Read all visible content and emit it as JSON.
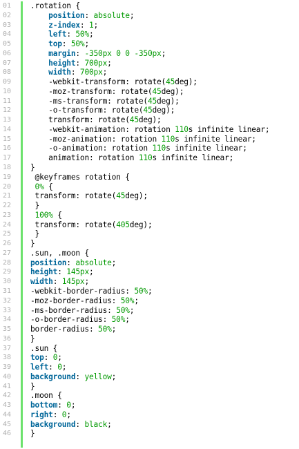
{
  "colors": {
    "gutter_bar": "#6ce26c",
    "line_number": "#afafaf",
    "keyword": "#006699",
    "value": "#009900",
    "plain": "#000000"
  },
  "lines": [
    {
      "n": "01",
      "indent": "",
      "segs": [
        {
          "t": ".rotation {",
          "c": "p"
        }
      ]
    },
    {
      "n": "02",
      "indent": "    ",
      "segs": [
        {
          "t": "position",
          "c": "k"
        },
        {
          "t": ": ",
          "c": "p"
        },
        {
          "t": "absolute",
          "c": "v"
        },
        {
          "t": ";",
          "c": "p"
        }
      ]
    },
    {
      "n": "03",
      "indent": "    ",
      "segs": [
        {
          "t": "z-index",
          "c": "k"
        },
        {
          "t": ": ",
          "c": "p"
        },
        {
          "t": "1",
          "c": "v"
        },
        {
          "t": ";",
          "c": "p"
        }
      ]
    },
    {
      "n": "04",
      "indent": "    ",
      "segs": [
        {
          "t": "left",
          "c": "k"
        },
        {
          "t": ": ",
          "c": "p"
        },
        {
          "t": "50%",
          "c": "v"
        },
        {
          "t": ";",
          "c": "p"
        }
      ]
    },
    {
      "n": "05",
      "indent": "    ",
      "segs": [
        {
          "t": "top",
          "c": "k"
        },
        {
          "t": ": ",
          "c": "p"
        },
        {
          "t": "50%",
          "c": "v"
        },
        {
          "t": ";",
          "c": "p"
        }
      ]
    },
    {
      "n": "06",
      "indent": "    ",
      "segs": [
        {
          "t": "margin",
          "c": "k"
        },
        {
          "t": ": ",
          "c": "p"
        },
        {
          "t": "-350px 0 0 -350px",
          "c": "v"
        },
        {
          "t": ";",
          "c": "p"
        }
      ]
    },
    {
      "n": "07",
      "indent": "    ",
      "segs": [
        {
          "t": "height",
          "c": "k"
        },
        {
          "t": ": ",
          "c": "p"
        },
        {
          "t": "700px",
          "c": "v"
        },
        {
          "t": ";",
          "c": "p"
        }
      ]
    },
    {
      "n": "08",
      "indent": "    ",
      "segs": [
        {
          "t": "width",
          "c": "k"
        },
        {
          "t": ": ",
          "c": "p"
        },
        {
          "t": "700px",
          "c": "v"
        },
        {
          "t": ";",
          "c": "p"
        }
      ]
    },
    {
      "n": "09",
      "indent": "    ",
      "segs": [
        {
          "t": "-webkit-transform: rotate(",
          "c": "p"
        },
        {
          "t": "45",
          "c": "v"
        },
        {
          "t": "deg);",
          "c": "p"
        }
      ]
    },
    {
      "n": "10",
      "indent": "    ",
      "segs": [
        {
          "t": "-moz-transform: rotate(",
          "c": "p"
        },
        {
          "t": "45",
          "c": "v"
        },
        {
          "t": "deg);",
          "c": "p"
        }
      ]
    },
    {
      "n": "11",
      "indent": "    ",
      "segs": [
        {
          "t": "-ms-transform: rotate(",
          "c": "p"
        },
        {
          "t": "45",
          "c": "v"
        },
        {
          "t": "deg);",
          "c": "p"
        }
      ]
    },
    {
      "n": "12",
      "indent": "    ",
      "segs": [
        {
          "t": "-o-transform: rotate(",
          "c": "p"
        },
        {
          "t": "45",
          "c": "v"
        },
        {
          "t": "deg);",
          "c": "p"
        }
      ]
    },
    {
      "n": "13",
      "indent": "    ",
      "segs": [
        {
          "t": "transform: rotate(",
          "c": "p"
        },
        {
          "t": "45",
          "c": "v"
        },
        {
          "t": "deg);",
          "c": "p"
        }
      ]
    },
    {
      "n": "14",
      "indent": "    ",
      "segs": [
        {
          "t": "-webkit-animation: rotation ",
          "c": "p"
        },
        {
          "t": "110",
          "c": "v"
        },
        {
          "t": "s infinite linear;",
          "c": "p"
        }
      ]
    },
    {
      "n": "15",
      "indent": "    ",
      "segs": [
        {
          "t": "-moz-animation: rotation ",
          "c": "p"
        },
        {
          "t": "110",
          "c": "v"
        },
        {
          "t": "s infinite linear;",
          "c": "p"
        }
      ]
    },
    {
      "n": "16",
      "indent": "    ",
      "segs": [
        {
          "t": "-o-animation: rotation ",
          "c": "p"
        },
        {
          "t": "110",
          "c": "v"
        },
        {
          "t": "s infinite linear;",
          "c": "p"
        }
      ]
    },
    {
      "n": "17",
      "indent": "    ",
      "segs": [
        {
          "t": "animation: rotation ",
          "c": "p"
        },
        {
          "t": "110",
          "c": "v"
        },
        {
          "t": "s infinite linear;",
          "c": "p"
        }
      ]
    },
    {
      "n": "18",
      "indent": "",
      "segs": [
        {
          "t": "}",
          "c": "p"
        }
      ]
    },
    {
      "n": "19",
      "indent": " ",
      "segs": [
        {
          "t": "@keyframes rotation {",
          "c": "p"
        }
      ]
    },
    {
      "n": "20",
      "indent": " ",
      "segs": [
        {
          "t": "0%",
          "c": "v"
        },
        {
          "t": " {",
          "c": "p"
        }
      ]
    },
    {
      "n": "21",
      "indent": " ",
      "segs": [
        {
          "t": "transform: rotate(",
          "c": "p"
        },
        {
          "t": "45",
          "c": "v"
        },
        {
          "t": "deg);",
          "c": "p"
        }
      ]
    },
    {
      "n": "22",
      "indent": " ",
      "segs": [
        {
          "t": "}",
          "c": "p"
        }
      ]
    },
    {
      "n": "23",
      "indent": " ",
      "segs": [
        {
          "t": "100%",
          "c": "v"
        },
        {
          "t": " {",
          "c": "p"
        }
      ]
    },
    {
      "n": "24",
      "indent": " ",
      "segs": [
        {
          "t": "transform: rotate(",
          "c": "p"
        },
        {
          "t": "405",
          "c": "v"
        },
        {
          "t": "deg);",
          "c": "p"
        }
      ]
    },
    {
      "n": "25",
      "indent": " ",
      "segs": [
        {
          "t": "}",
          "c": "p"
        }
      ]
    },
    {
      "n": "26",
      "indent": "",
      "segs": [
        {
          "t": "}",
          "c": "p"
        }
      ]
    },
    {
      "n": "27",
      "indent": "",
      "segs": [
        {
          "t": ".sun, .moon {",
          "c": "p"
        }
      ]
    },
    {
      "n": "28",
      "indent": "",
      "segs": [
        {
          "t": "position",
          "c": "k"
        },
        {
          "t": ": ",
          "c": "p"
        },
        {
          "t": "absolute",
          "c": "v"
        },
        {
          "t": ";",
          "c": "p"
        }
      ]
    },
    {
      "n": "29",
      "indent": "",
      "segs": [
        {
          "t": "height",
          "c": "k"
        },
        {
          "t": ": ",
          "c": "p"
        },
        {
          "t": "145px",
          "c": "v"
        },
        {
          "t": ";",
          "c": "p"
        }
      ]
    },
    {
      "n": "30",
      "indent": "",
      "segs": [
        {
          "t": "width",
          "c": "k"
        },
        {
          "t": ": ",
          "c": "p"
        },
        {
          "t": "145px",
          "c": "v"
        },
        {
          "t": ";",
          "c": "p"
        }
      ]
    },
    {
      "n": "31",
      "indent": "",
      "segs": [
        {
          "t": "-webkit-border-radius: ",
          "c": "p"
        },
        {
          "t": "50%",
          "c": "v"
        },
        {
          "t": ";",
          "c": "p"
        }
      ]
    },
    {
      "n": "32",
      "indent": "",
      "segs": [
        {
          "t": "-moz-border-radius: ",
          "c": "p"
        },
        {
          "t": "50%",
          "c": "v"
        },
        {
          "t": ";",
          "c": "p"
        }
      ]
    },
    {
      "n": "33",
      "indent": "",
      "segs": [
        {
          "t": "-ms-border-radius: ",
          "c": "p"
        },
        {
          "t": "50%",
          "c": "v"
        },
        {
          "t": ";",
          "c": "p"
        }
      ]
    },
    {
      "n": "34",
      "indent": "",
      "segs": [
        {
          "t": "-o-border-radius: ",
          "c": "p"
        },
        {
          "t": "50%",
          "c": "v"
        },
        {
          "t": ";",
          "c": "p"
        }
      ]
    },
    {
      "n": "35",
      "indent": "",
      "segs": [
        {
          "t": "border-radius: ",
          "c": "p"
        },
        {
          "t": "50%",
          "c": "v"
        },
        {
          "t": ";",
          "c": "p"
        }
      ]
    },
    {
      "n": "36",
      "indent": "",
      "segs": [
        {
          "t": "}",
          "c": "p"
        }
      ]
    },
    {
      "n": "37",
      "indent": "",
      "segs": [
        {
          "t": ".sun {",
          "c": "p"
        }
      ]
    },
    {
      "n": "38",
      "indent": "",
      "segs": [
        {
          "t": "top",
          "c": "k"
        },
        {
          "t": ": ",
          "c": "p"
        },
        {
          "t": "0",
          "c": "v"
        },
        {
          "t": ";",
          "c": "p"
        }
      ]
    },
    {
      "n": "39",
      "indent": "",
      "segs": [
        {
          "t": "left",
          "c": "k"
        },
        {
          "t": ": ",
          "c": "p"
        },
        {
          "t": "0",
          "c": "v"
        },
        {
          "t": ";",
          "c": "p"
        }
      ]
    },
    {
      "n": "40",
      "indent": "",
      "segs": [
        {
          "t": "background",
          "c": "k"
        },
        {
          "t": ": ",
          "c": "p"
        },
        {
          "t": "yellow",
          "c": "v"
        },
        {
          "t": ";",
          "c": "p"
        }
      ]
    },
    {
      "n": "41",
      "indent": "",
      "segs": [
        {
          "t": "}",
          "c": "p"
        }
      ]
    },
    {
      "n": "42",
      "indent": "",
      "segs": [
        {
          "t": ".moon {",
          "c": "p"
        }
      ]
    },
    {
      "n": "43",
      "indent": "",
      "segs": [
        {
          "t": "bottom",
          "c": "k"
        },
        {
          "t": ": ",
          "c": "p"
        },
        {
          "t": "0",
          "c": "v"
        },
        {
          "t": ";",
          "c": "p"
        }
      ]
    },
    {
      "n": "44",
      "indent": "",
      "segs": [
        {
          "t": "right",
          "c": "k"
        },
        {
          "t": ": ",
          "c": "p"
        },
        {
          "t": "0",
          "c": "v"
        },
        {
          "t": ";",
          "c": "p"
        }
      ]
    },
    {
      "n": "45",
      "indent": "",
      "segs": [
        {
          "t": "background",
          "c": "k"
        },
        {
          "t": ": ",
          "c": "p"
        },
        {
          "t": "black",
          "c": "v"
        },
        {
          "t": ";",
          "c": "p"
        }
      ]
    },
    {
      "n": "46",
      "indent": "",
      "segs": [
        {
          "t": "}",
          "c": "p"
        }
      ]
    }
  ]
}
